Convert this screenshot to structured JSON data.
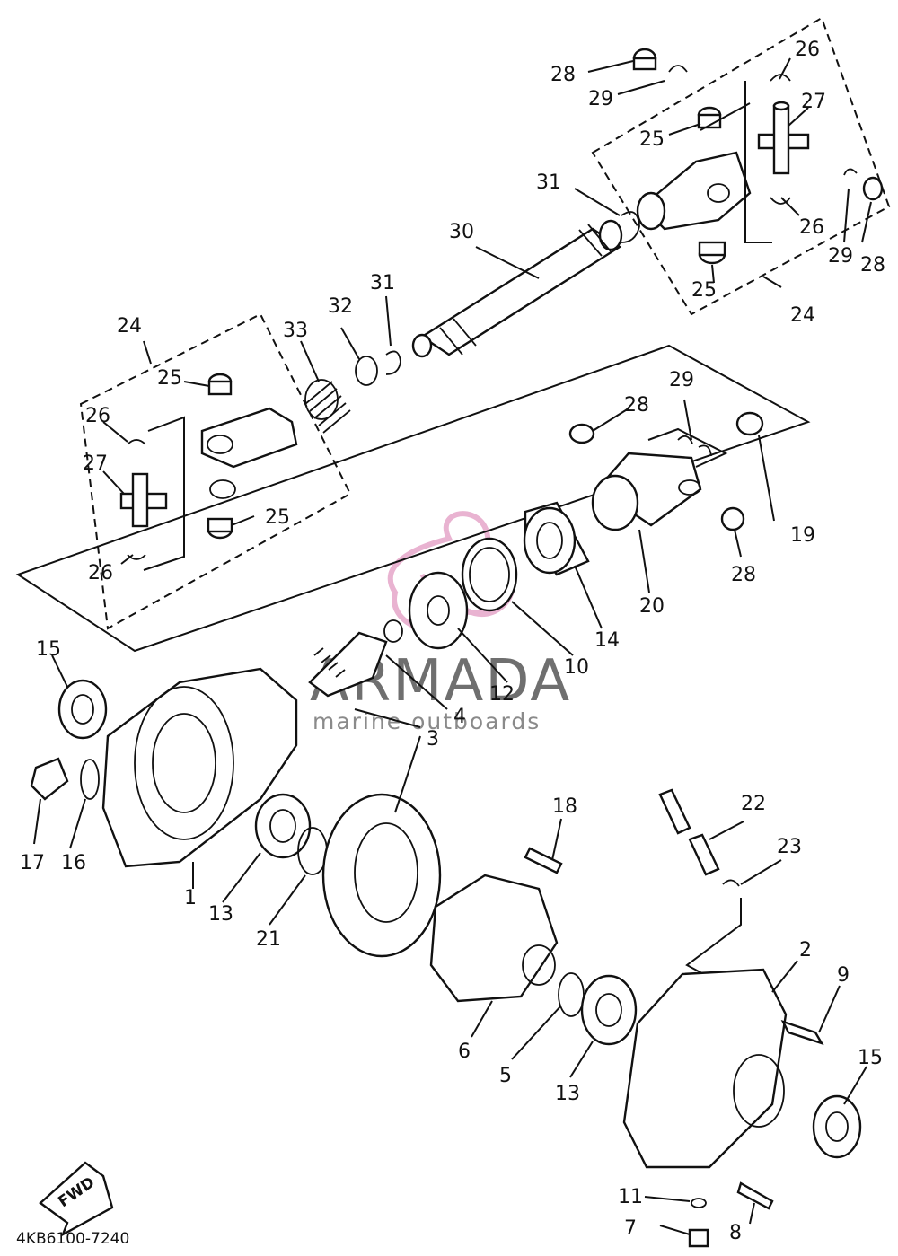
{
  "diagram": {
    "drawing_code": "4KB6100-7240",
    "fwd_label": "FWD",
    "watermark": {
      "brand": "ARMADA",
      "tagline": "marine outboards",
      "logo_color": "#e6a6c9",
      "text_color": "#6f6f6f"
    },
    "callouts": [
      {
        "id": "c28a",
        "text": "28"
      },
      {
        "id": "c29a",
        "text": "29"
      },
      {
        "id": "c26a",
        "text": "26"
      },
      {
        "id": "c27a",
        "text": "27"
      },
      {
        "id": "c25a",
        "text": "25"
      },
      {
        "id": "c31a",
        "text": "31"
      },
      {
        "id": "c26b",
        "text": "26"
      },
      {
        "id": "c29b",
        "text": "29"
      },
      {
        "id": "c28b",
        "text": "28"
      },
      {
        "id": "c30",
        "text": "30"
      },
      {
        "id": "c25b",
        "text": "25"
      },
      {
        "id": "c24a",
        "text": "24"
      },
      {
        "id": "c32",
        "text": "32"
      },
      {
        "id": "c31b",
        "text": "31"
      },
      {
        "id": "c33",
        "text": "33"
      },
      {
        "id": "c24b",
        "text": "24"
      },
      {
        "id": "c25c",
        "text": "25"
      },
      {
        "id": "c26c",
        "text": "26"
      },
      {
        "id": "c27b",
        "text": "27"
      },
      {
        "id": "c25d",
        "text": "25"
      },
      {
        "id": "c26d",
        "text": "26"
      },
      {
        "id": "c28c",
        "text": "28"
      },
      {
        "id": "c29c",
        "text": "29"
      },
      {
        "id": "c19",
        "text": "19"
      },
      {
        "id": "c28d",
        "text": "28"
      },
      {
        "id": "c20",
        "text": "20"
      },
      {
        "id": "c14",
        "text": "14"
      },
      {
        "id": "c10",
        "text": "10"
      },
      {
        "id": "c12",
        "text": "12"
      },
      {
        "id": "c4",
        "text": "4"
      },
      {
        "id": "c3",
        "text": "3"
      },
      {
        "id": "c15a",
        "text": "15"
      },
      {
        "id": "c17",
        "text": "17"
      },
      {
        "id": "c16",
        "text": "16"
      },
      {
        "id": "c1",
        "text": "1"
      },
      {
        "id": "c13a",
        "text": "13"
      },
      {
        "id": "c21",
        "text": "21"
      },
      {
        "id": "c18",
        "text": "18"
      },
      {
        "id": "c22",
        "text": "22"
      },
      {
        "id": "c23",
        "text": "23"
      },
      {
        "id": "c2",
        "text": "2"
      },
      {
        "id": "c9",
        "text": "9"
      },
      {
        "id": "c6",
        "text": "6"
      },
      {
        "id": "c5",
        "text": "5"
      },
      {
        "id": "c13b",
        "text": "13"
      },
      {
        "id": "c15b",
        "text": "15"
      },
      {
        "id": "c11",
        "text": "11"
      },
      {
        "id": "c7",
        "text": "7"
      },
      {
        "id": "c8",
        "text": "8"
      }
    ]
  }
}
